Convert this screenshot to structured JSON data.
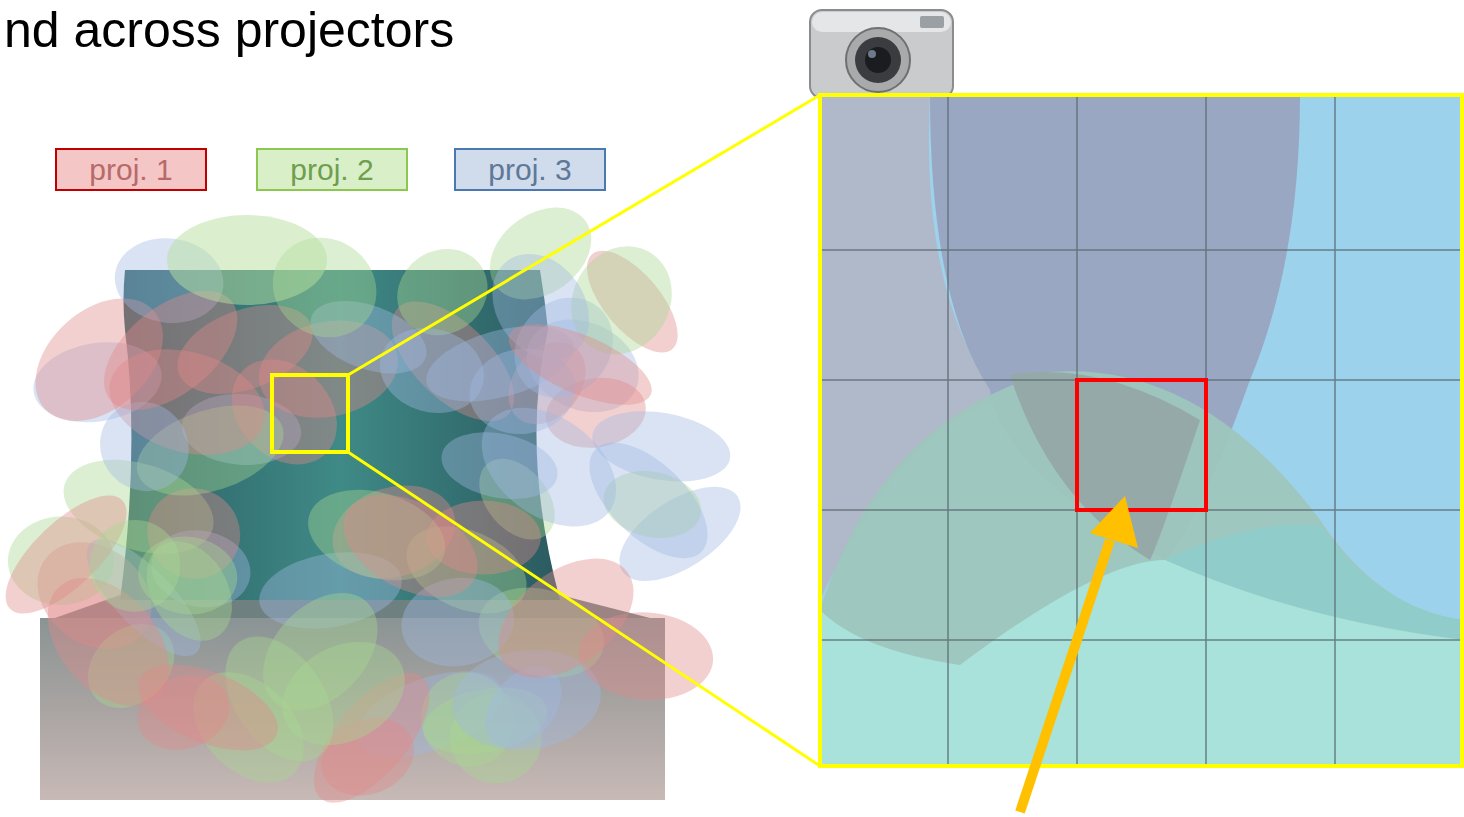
{
  "diagram": {
    "title": "nd across projectors",
    "legend": [
      {
        "text": "proj. 1",
        "color": "#f4c6c6"
      },
      {
        "text": "proj. 2",
        "color": "#d9efc8"
      },
      {
        "text": "proj. 3",
        "color": "#d0dcec"
      }
    ]
  }
}
